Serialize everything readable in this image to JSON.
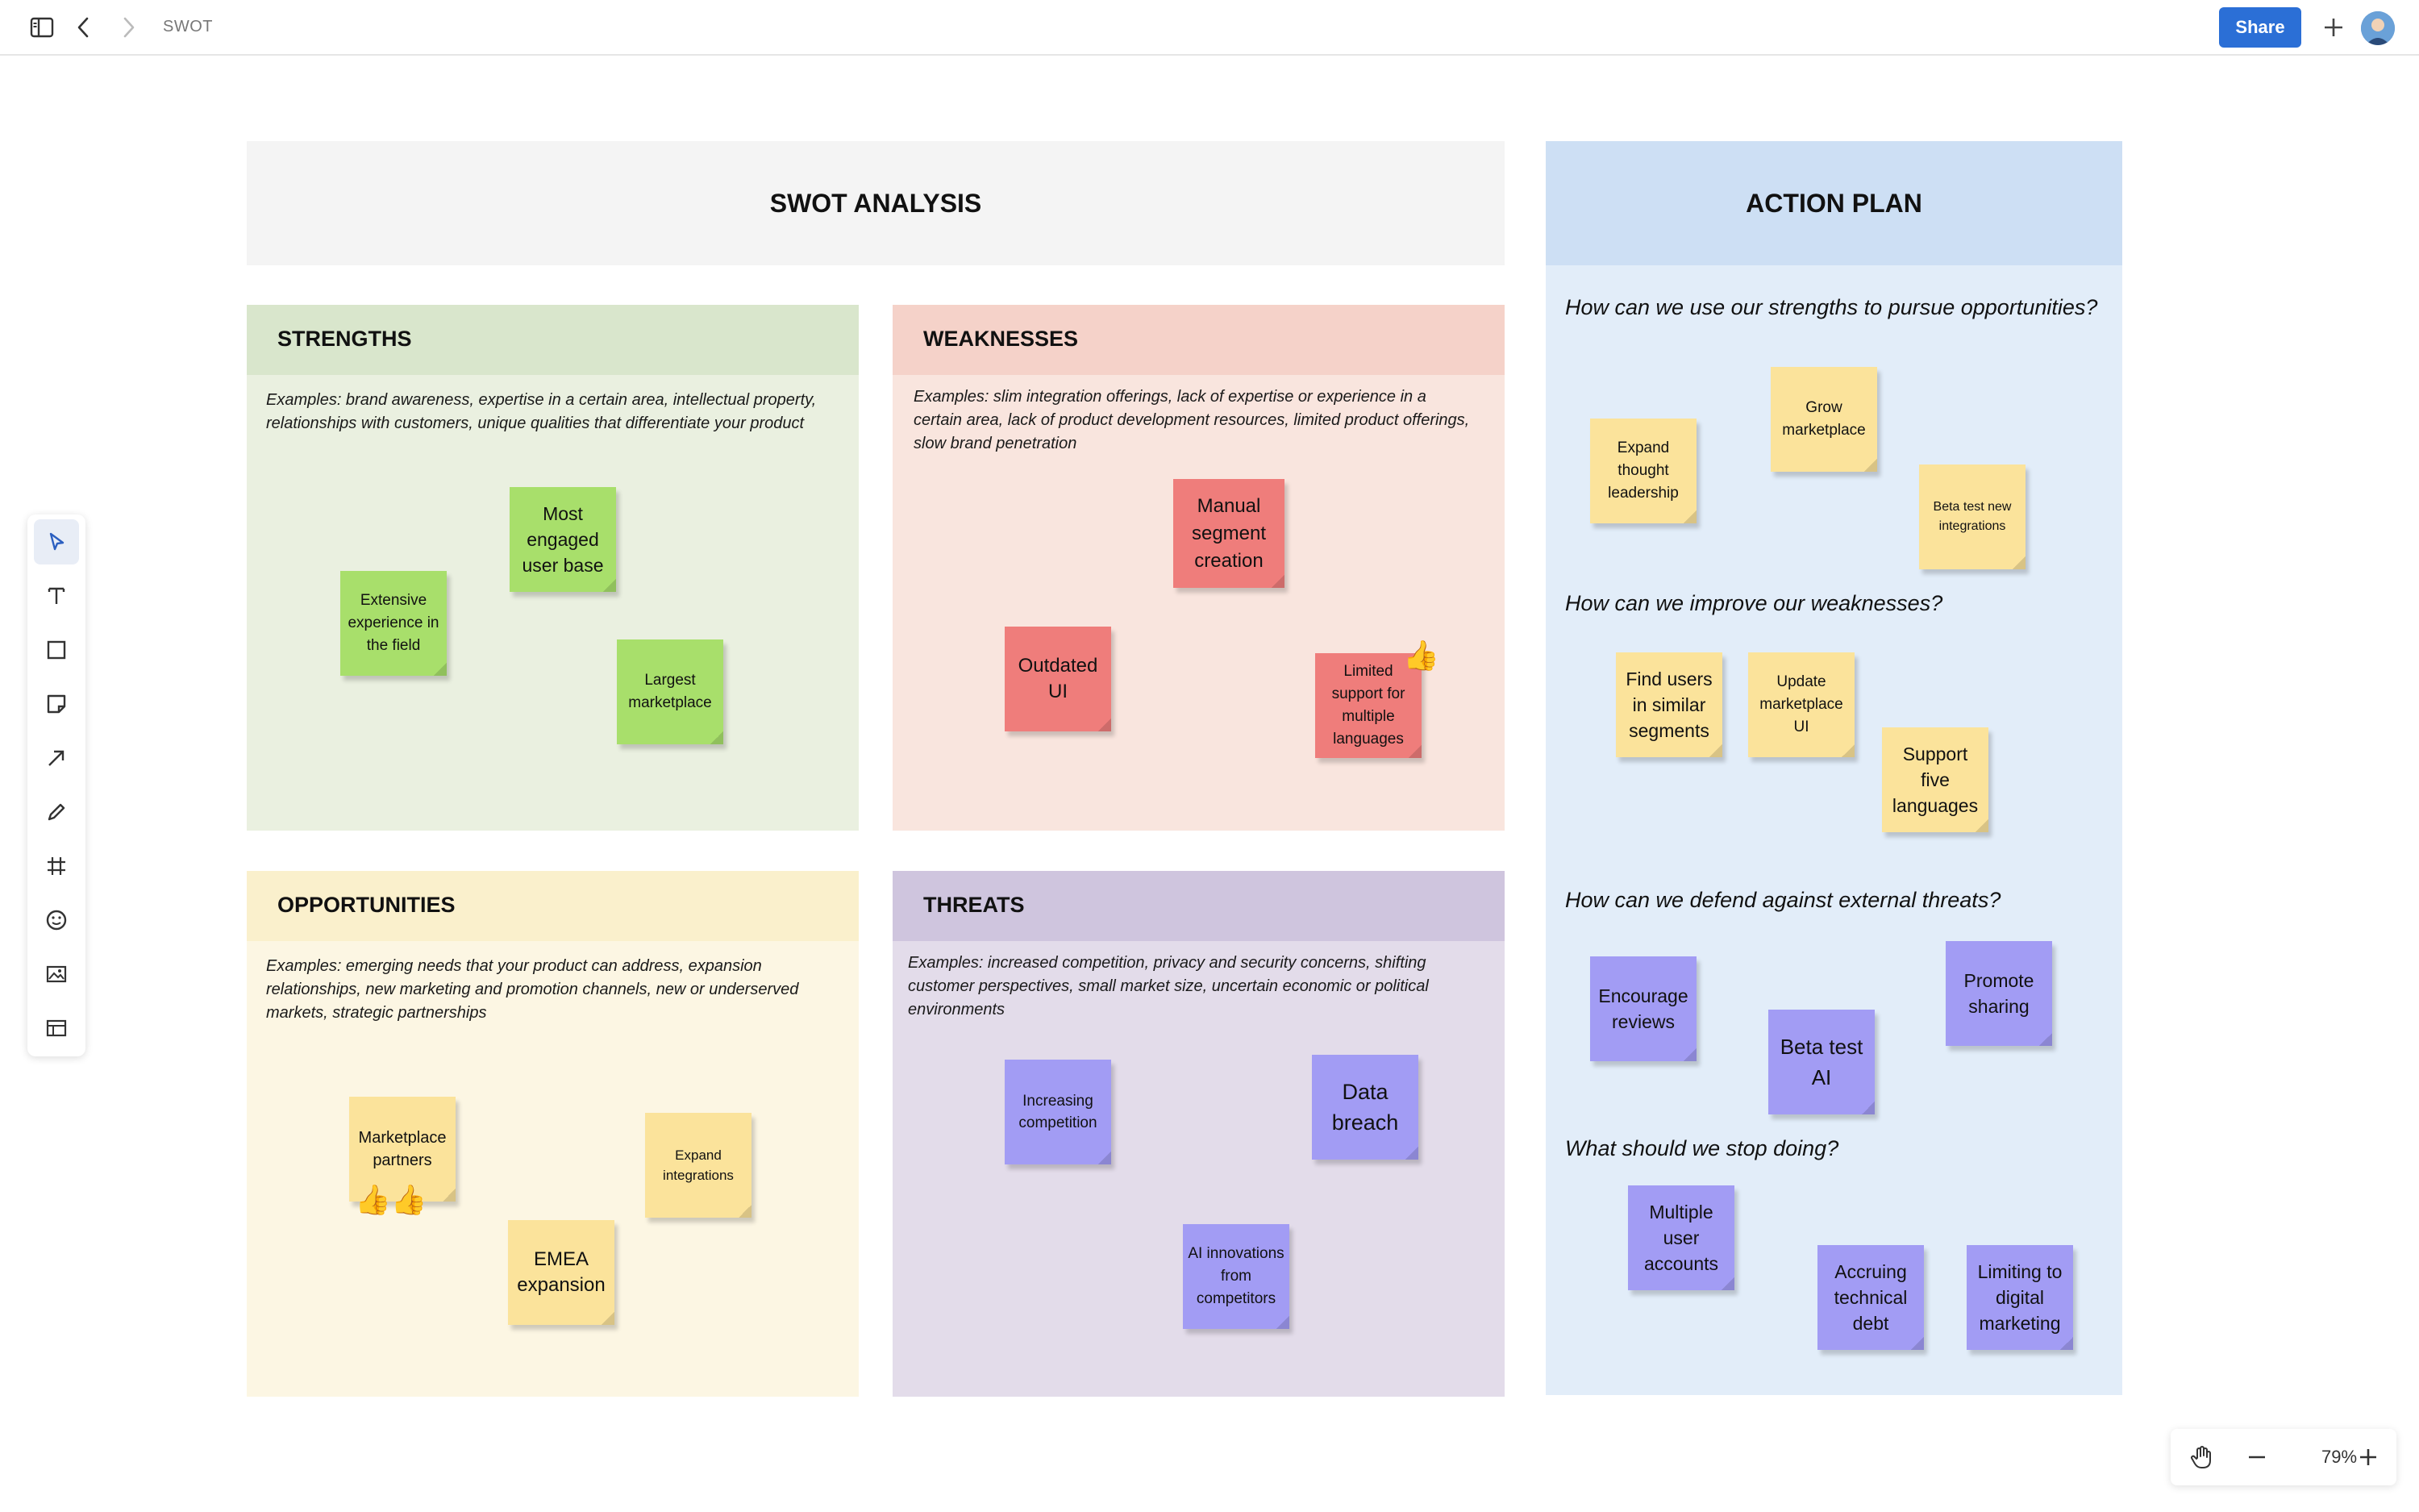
{
  "topbar": {
    "title": "SWOT",
    "share_label": "Share",
    "icons": [
      "sidebar-toggle-icon",
      "back-arrow-icon",
      "forward-arrow-icon",
      "plus-icon",
      "avatar"
    ]
  },
  "toolbar": {
    "tools": [
      "select-icon",
      "text-icon",
      "shape-icon",
      "sticky-note-icon",
      "arrow-icon",
      "pen-icon",
      "frame-icon",
      "emoji-icon",
      "image-icon",
      "table-icon"
    ]
  },
  "zoom": {
    "level": "79%"
  },
  "swot": {
    "title": "SWOT ANALYSIS",
    "strengths": {
      "header": "STRENGTHS",
      "examples": "Examples: brand awareness, expertise in a certain area, intellectual property, relationships with customers, unique qualities that differentiate your product",
      "notes": [
        "Most engaged user base",
        "Extensive experience in the field",
        "Largest marketplace"
      ]
    },
    "weaknesses": {
      "header": "WEAKNESSES",
      "examples": "Examples: slim integration offerings, lack of expertise or experience in a certain area, lack of product development resources, limited product offerings, slow brand penetration",
      "notes": [
        "Manual segment creation",
        "Outdated UI",
        "Limited support for multiple languages"
      ]
    },
    "opportunities": {
      "header": "OPPORTUNITIES",
      "examples": "Examples: emerging needs that your product can address, expansion relationships, new marketing and promotion channels, new or underserved markets, strategic partnerships",
      "notes": [
        "Marketplace partners",
        "Expand integrations",
        "EMEA expansion"
      ]
    },
    "threats": {
      "header": "THREATS",
      "examples": "Examples: increased competition, privacy and security concerns, shifting customer perspectives, small market size, uncertain economic or political environments",
      "notes": [
        "Increasing competition",
        "Data breach",
        "AI innovations from competitors"
      ]
    }
  },
  "action_plan": {
    "title": "ACTION PLAN",
    "questions": [
      "How can we use our strengths to pursue opportunities?",
      "How can we improve our weaknesses?",
      "How can we defend against external threats?",
      "What should we stop doing?"
    ],
    "strengths_notes": [
      "Expand thought leadership",
      "Grow marketplace",
      "Beta test new integrations"
    ],
    "weakness_notes": [
      "Find users in similar segments",
      "Update marketplace UI",
      "Support five languages"
    ],
    "threat_notes": [
      "Encourage reviews",
      "Beta test AI",
      "Promote sharing"
    ],
    "stop_notes": [
      "Multiple user accounts",
      "Accruing technical debt",
      "Limiting to digital marketing"
    ]
  },
  "colors": {
    "share_button": "#2b6fd6",
    "strengths_header": "#d9e6cc",
    "strengths_body": "#eaf0e0",
    "weaknesses_header": "#f5d2c9",
    "weaknesses_body": "#f9e5de",
    "opportunities_header": "#faf0cc",
    "opportunities_body": "#fcf6e3",
    "threats_header": "#cfc5de",
    "threats_body": "#e3dcea",
    "action_header": "#cddff4",
    "action_body": "#e2edf9",
    "sticky_green": "#a8df6b",
    "sticky_red": "#ef7d7b",
    "sticky_yellow": "#fbe39b",
    "sticky_purple": "#a29cf4"
  }
}
